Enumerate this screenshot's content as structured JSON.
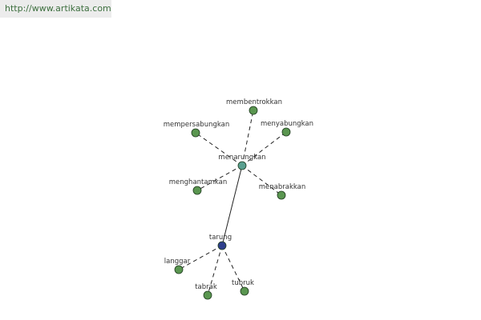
{
  "site": {
    "url": "http://www.artikata.com"
  },
  "diagram": {
    "colors": {
      "leaf": "#5a9650",
      "hub": "#5aa090",
      "root": "#2e3f8c",
      "stroke": "#1e3a1e"
    },
    "nodes": [
      {
        "id": "menarungkan",
        "label": "menarungkan",
        "kind": "hub"
      },
      {
        "id": "tarung",
        "label": "tarung",
        "kind": "root"
      },
      {
        "id": "membentrokkan",
        "label": "membentrokkan",
        "kind": "leaf"
      },
      {
        "id": "mempersabungkan",
        "label": "mempersabungkan",
        "kind": "leaf"
      },
      {
        "id": "menyabungkan",
        "label": "menyabungkan",
        "kind": "leaf"
      },
      {
        "id": "menghantamkan",
        "label": "menghantamkan",
        "kind": "leaf"
      },
      {
        "id": "menabrakkan",
        "label": "menabrakkan",
        "kind": "leaf"
      },
      {
        "id": "langgar",
        "label": "langgar",
        "kind": "leaf"
      },
      {
        "id": "tabrak",
        "label": "tabrak",
        "kind": "leaf"
      },
      {
        "id": "tubruk",
        "label": "tubruk",
        "kind": "leaf"
      }
    ],
    "edges": [
      {
        "from": "tarung",
        "to": "menarungkan",
        "style": "solid"
      },
      {
        "from": "menarungkan",
        "to": "membentrokkan",
        "style": "dashed"
      },
      {
        "from": "menarungkan",
        "to": "mempersabungkan",
        "style": "dashed"
      },
      {
        "from": "menarungkan",
        "to": "menyabungkan",
        "style": "dashed"
      },
      {
        "from": "menarungkan",
        "to": "menghantamkan",
        "style": "dashed"
      },
      {
        "from": "menarungkan",
        "to": "menabrakkan",
        "style": "dashed"
      },
      {
        "from": "tarung",
        "to": "langgar",
        "style": "dashed"
      },
      {
        "from": "tarung",
        "to": "tabrak",
        "style": "dashed"
      },
      {
        "from": "tarung",
        "to": "tubruk",
        "style": "dashed"
      }
    ]
  }
}
